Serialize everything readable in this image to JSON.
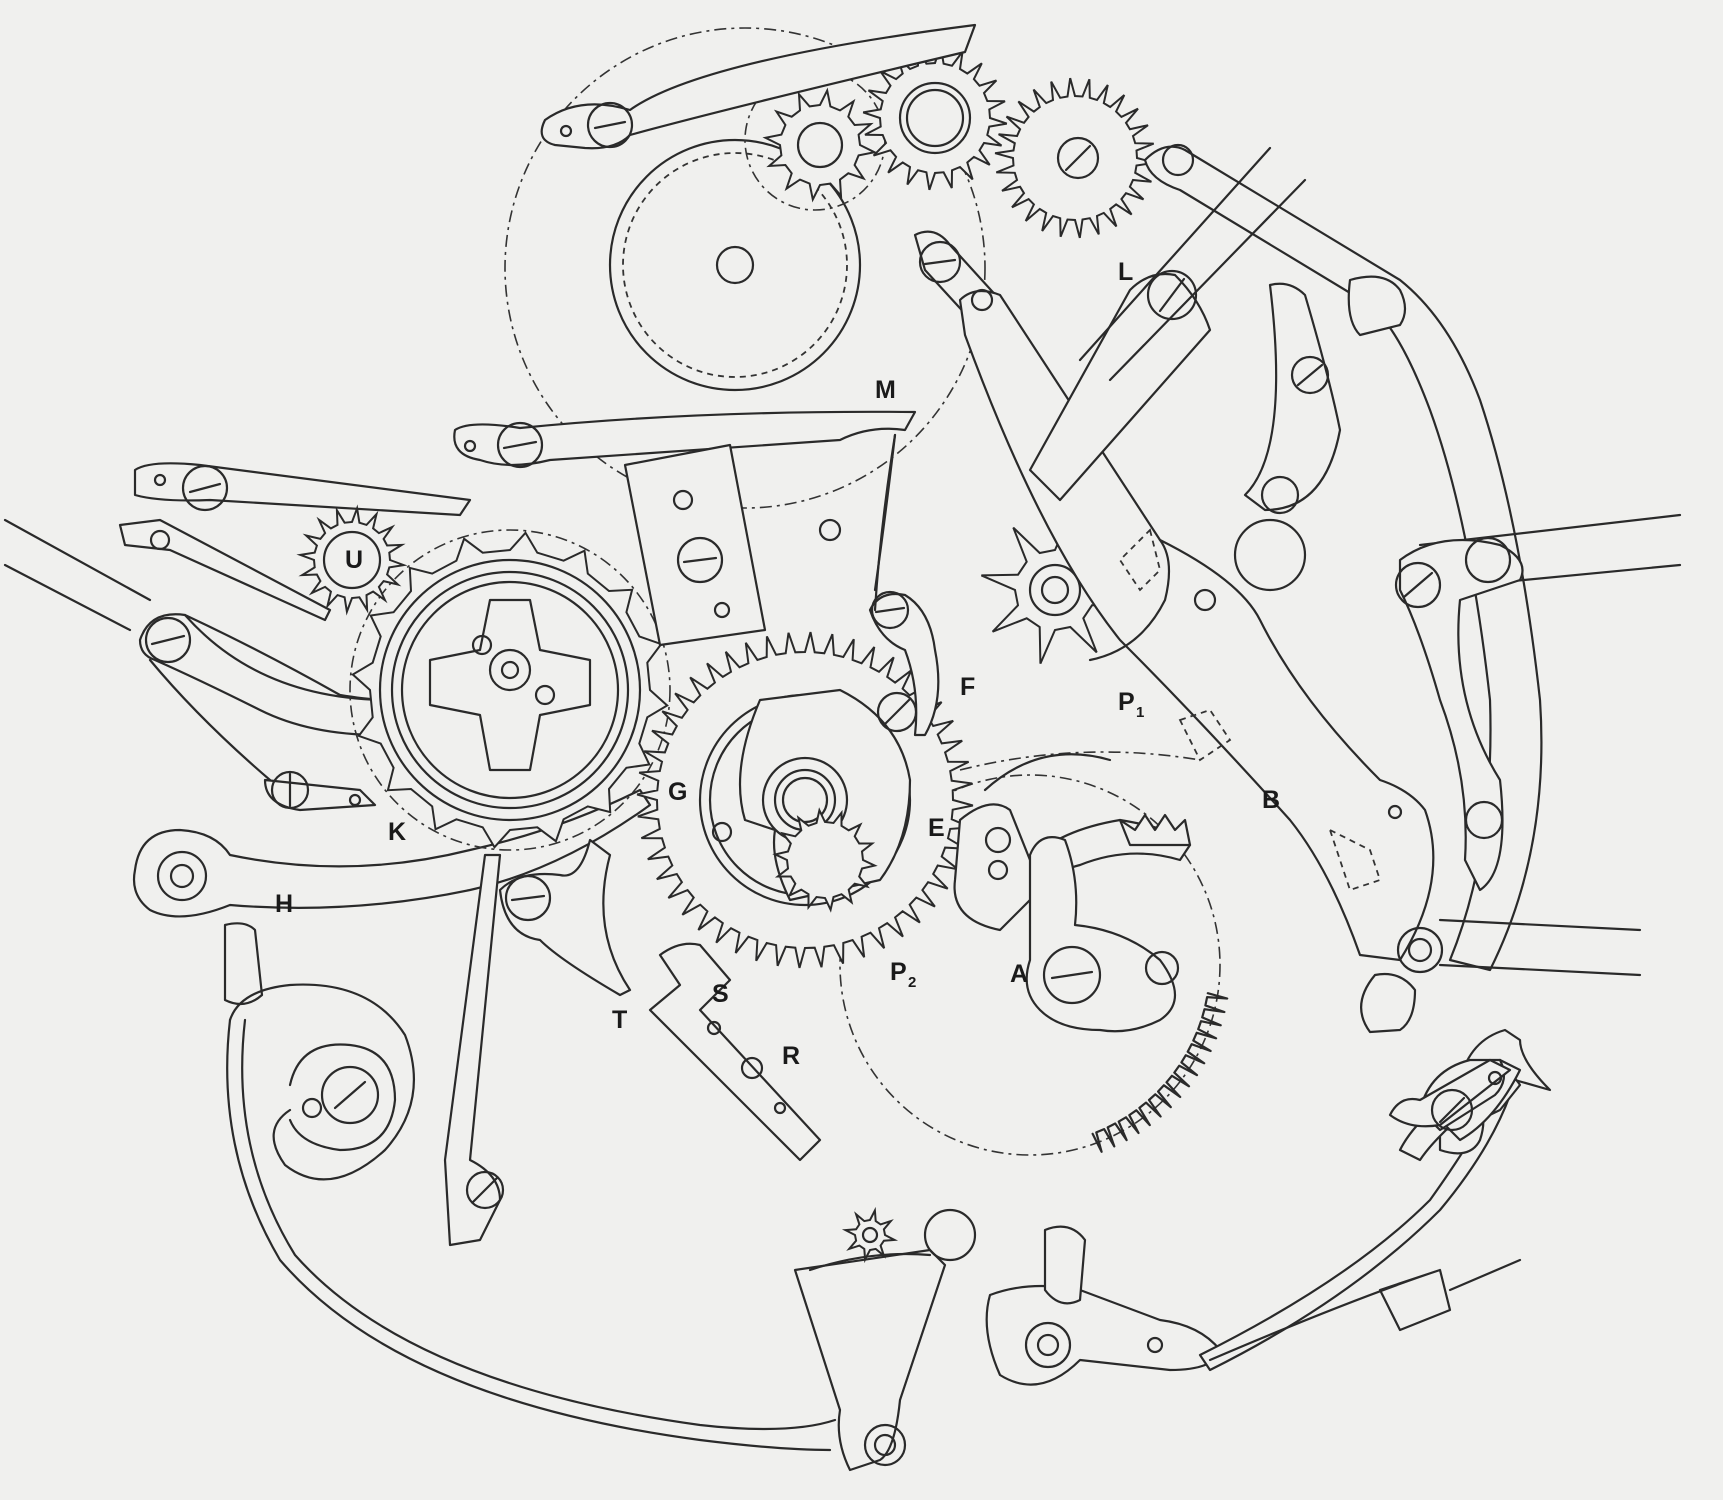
{
  "colors": {
    "background": "#f0f0ee",
    "ink": "#2a2a2a"
  },
  "labels": {
    "A": "A",
    "B": "B",
    "E": "E",
    "F": "F",
    "G": "G",
    "H": "H",
    "K": "K",
    "L": "L",
    "M": "M",
    "P1": "P",
    "P1_sub": "1",
    "P2": "P",
    "P2_sub": "2",
    "R": "R",
    "S": "S",
    "T": "T",
    "U": "U"
  }
}
